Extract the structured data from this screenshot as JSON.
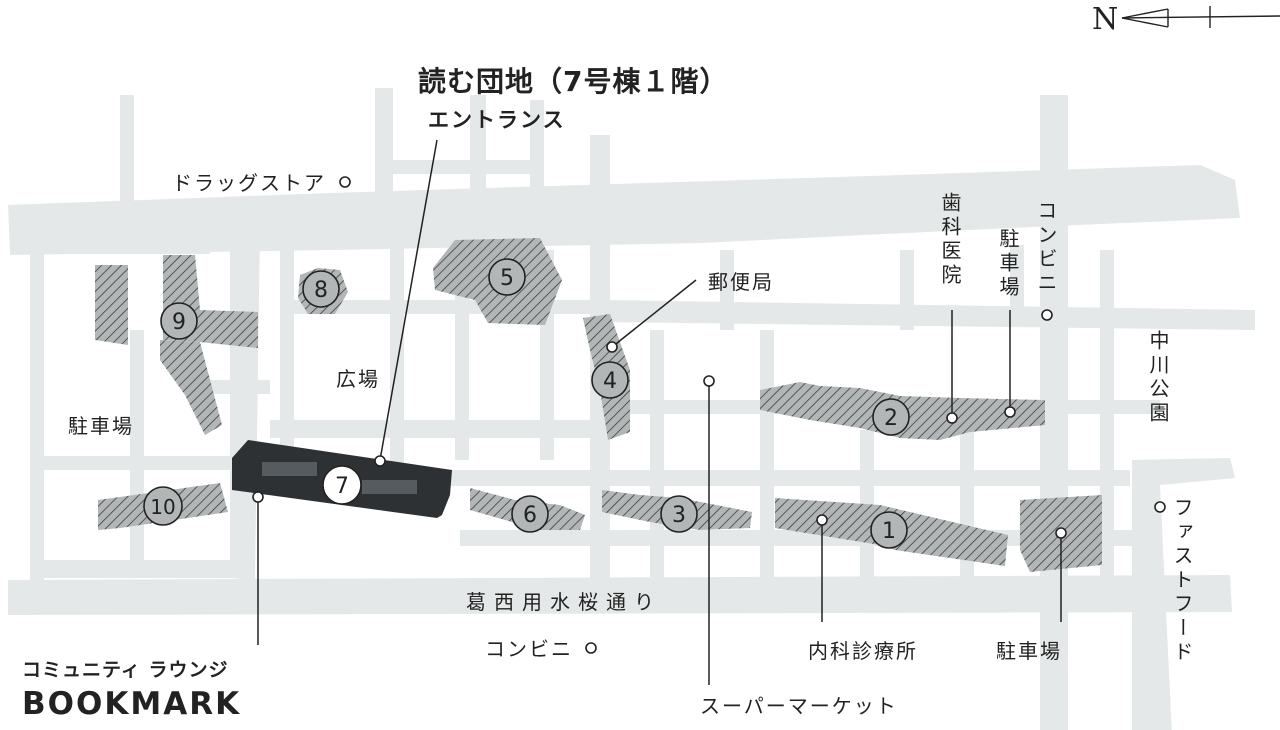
{
  "compass": {
    "label": "N"
  },
  "title": {
    "main": "読む団地（7号棟１階）",
    "sub": "エントランス"
  },
  "lounge": {
    "sub": "コミュニティ ラウンジ",
    "main": "BOOKMARK"
  },
  "street": {
    "name": "葛西用水桜通り"
  },
  "buildings": [
    {
      "number": "1"
    },
    {
      "number": "2"
    },
    {
      "number": "3"
    },
    {
      "number": "4"
    },
    {
      "number": "5"
    },
    {
      "number": "6"
    },
    {
      "number": "7"
    },
    {
      "number": "8"
    },
    {
      "number": "9"
    },
    {
      "number": "10"
    }
  ],
  "places": {
    "drugstore": "ドラッグストア",
    "plaza": "広場",
    "parking_west": "駐車場",
    "post_office": "郵便局",
    "dental_clinic": "歯科医院",
    "parking_north": "駐車場",
    "convenience_north": "コンビニ",
    "nakagawa_park": "中川公園",
    "fast_food": "ファストフード",
    "parking_east": "駐車場",
    "internal_clinic": "内科診療所",
    "supermarket": "スーパーマーケット",
    "convenience_south": "コンビニ"
  },
  "colors": {
    "road": "#e4e8e8",
    "building_fill": "#b2b6b7",
    "hatch": "#3a3f42",
    "highlight_building": "#2d3134",
    "ink": "#222222"
  }
}
